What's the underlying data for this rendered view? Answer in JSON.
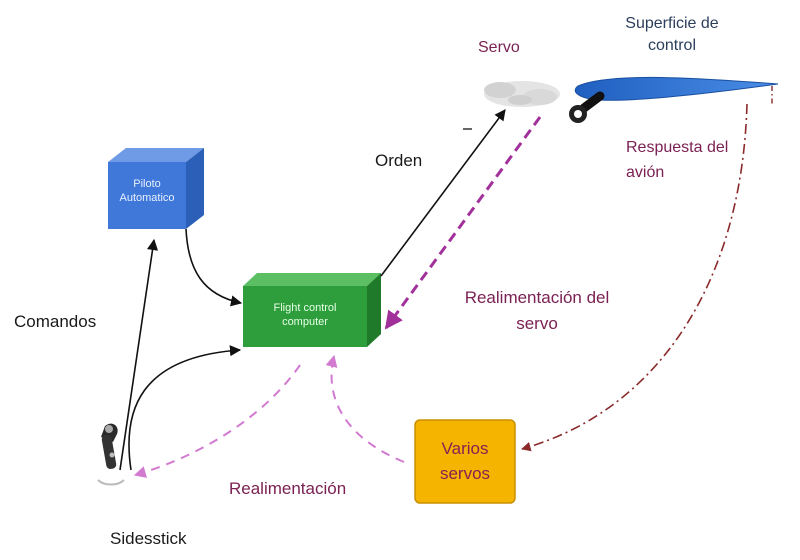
{
  "labels": {
    "superficie": "Superficie de control",
    "servo": "Servo",
    "orden": "Orden",
    "respuesta": "Respuesta del avión",
    "realimentacion_servo": "Realimentación del servo",
    "comandos": "Comandos",
    "realimentacion": "Realimentación",
    "sidestick": "Sidesstick"
  },
  "boxes": {
    "piloto": {
      "line1": "Piloto",
      "line2": "Automatico"
    },
    "fcc": {
      "line1": "Flight control",
      "line2": "computer"
    },
    "varios": {
      "line1": "Varios",
      "line2": "servos"
    }
  },
  "colors": {
    "piloto_box": "#3f78d8",
    "fcc_box": "#2e9e3c",
    "varios_box": "#f5b400",
    "solid_arrow": "#111111",
    "servo_feedback": "#a2309b",
    "light_feedback": "#d27ad0",
    "aircraft_response": "#8a2a2a",
    "airfoil": "#2a6fd0"
  },
  "icons": [
    "sidestick-icon",
    "servo-icon",
    "airfoil-icon",
    "hinge-icon"
  ]
}
